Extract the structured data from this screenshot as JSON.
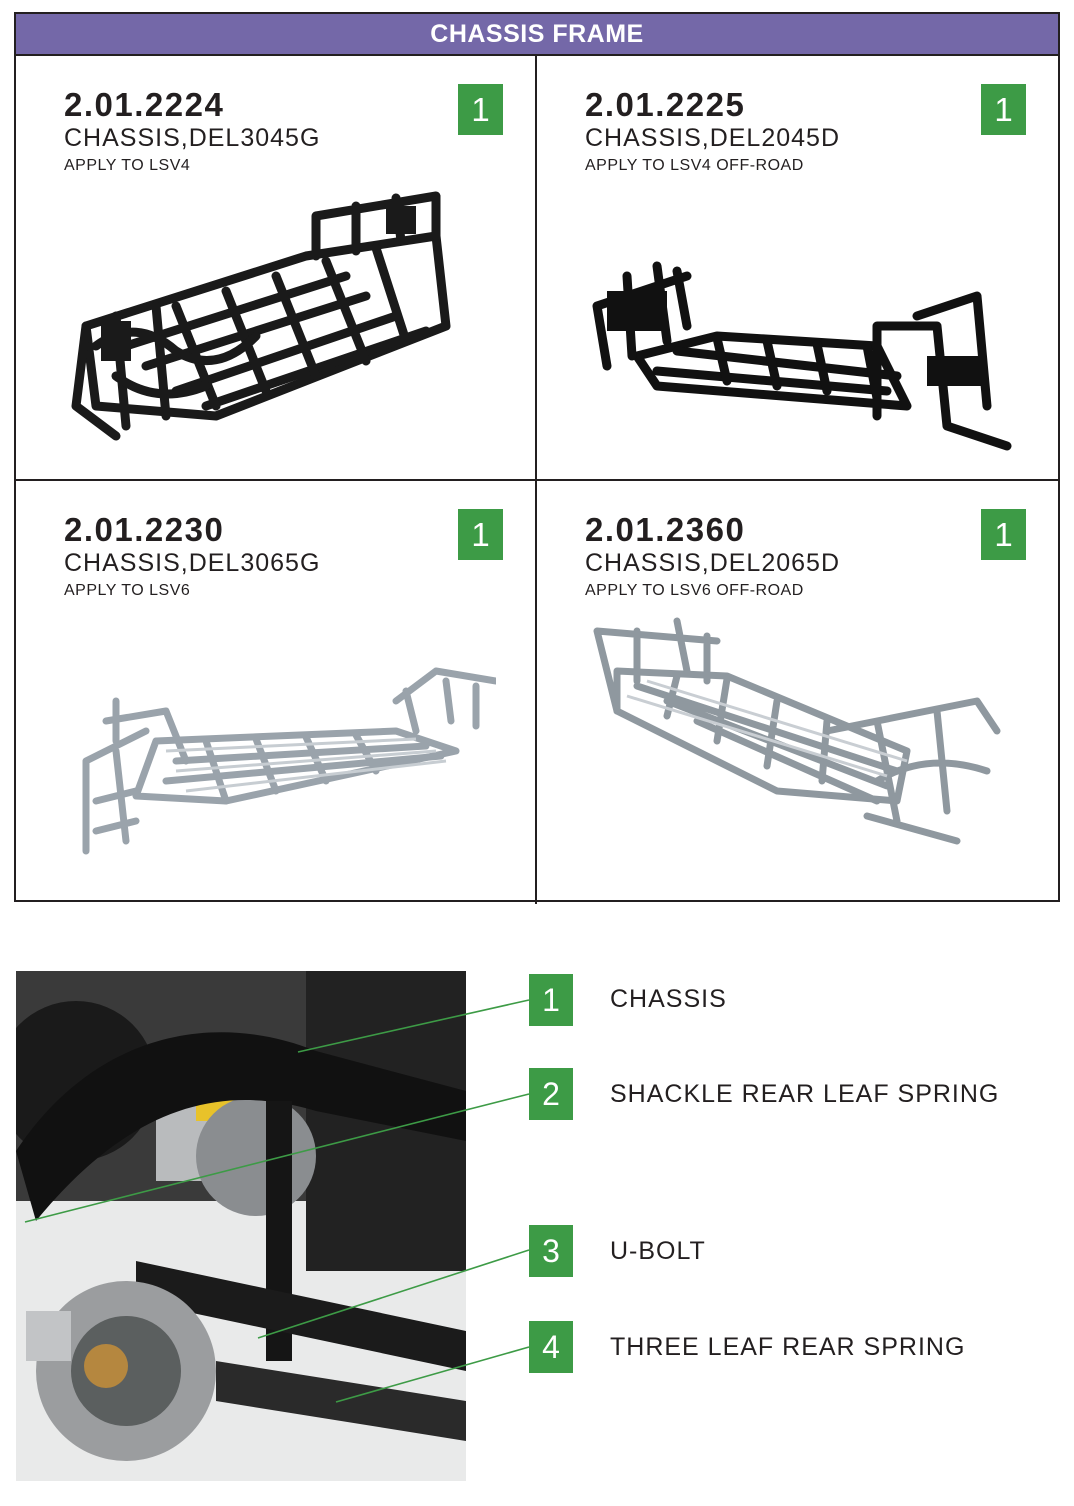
{
  "catalog": {
    "title": "CHASSIS FRAME",
    "items": [
      {
        "part_no": "2.01.2224",
        "name": "CHASSIS,DEL3045G",
        "apply": "APPLY TO LSV4",
        "qty": "1",
        "finish": "black"
      },
      {
        "part_no": "2.01.2225",
        "name": "CHASSIS,DEL2045D",
        "apply": "APPLY TO LSV4 OFF-ROAD",
        "qty": "1",
        "finish": "black"
      },
      {
        "part_no": "2.01.2230",
        "name": "CHASSIS,DEL3065G",
        "apply": "APPLY TO LSV6",
        "qty": "1",
        "finish": "galvanized"
      },
      {
        "part_no": "2.01.2360",
        "name": "CHASSIS,DEL2065D",
        "apply": "APPLY TO LSV6 OFF-ROAD",
        "qty": "1",
        "finish": "galvanized"
      }
    ]
  },
  "legend": {
    "items": [
      {
        "num": "1",
        "label": "CHASSIS"
      },
      {
        "num": "2",
        "label": "SHACKLE REAR LEAF SPRING"
      },
      {
        "num": "3",
        "label": "U-BOLT"
      },
      {
        "num": "4",
        "label": "THREE LEAF REAR SPRING"
      }
    ]
  },
  "colors": {
    "header_bg": "#7468a8",
    "badge_green": "#3d9b46",
    "leader_line": "#3d9b46",
    "border": "#231f20"
  }
}
